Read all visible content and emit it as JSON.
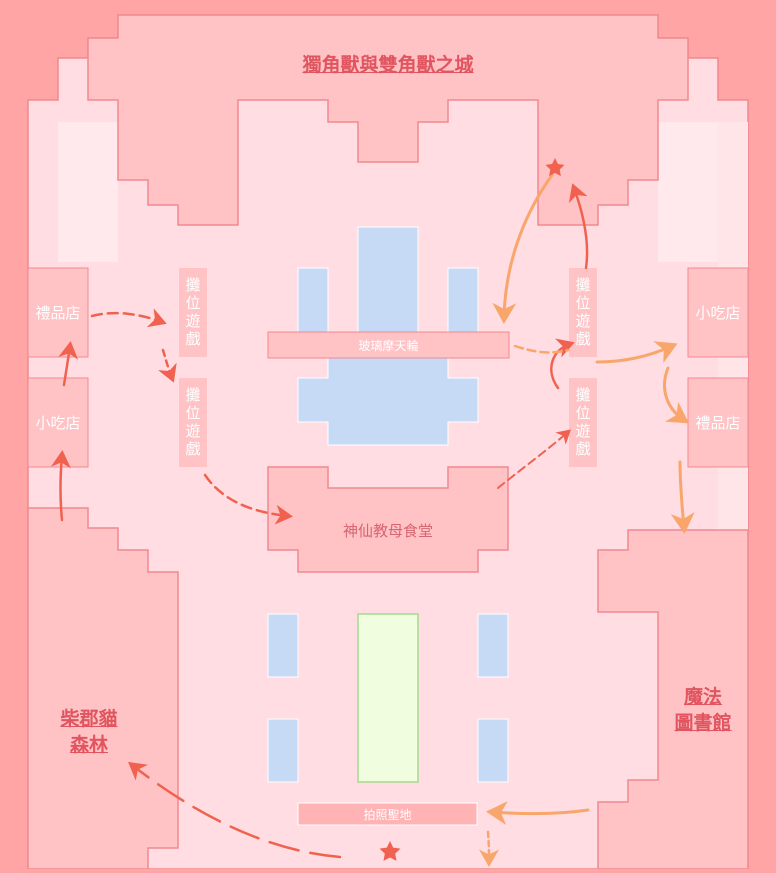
{
  "map": {
    "zones": {
      "unicorn_castle": "獨角獸與雙角獸之城",
      "shiba_forest_line1": "柴郡貓",
      "shiba_forest_line2": "森林",
      "magic_library_line1": "魔法",
      "magic_library_line2": "圖書館"
    },
    "shops": {
      "gift_left": "禮品店",
      "snack_left": "小吃店",
      "snack_right": "小吃店",
      "gift_right": "禮品店"
    },
    "stalls": {
      "stall_1": "攤位遊戲",
      "stall_2": "攤位遊戲",
      "stall_3": "攤位遊戲",
      "stall_4": "攤位遊戲"
    },
    "attractions": {
      "ferris_wheel": "玻璃摩天輪",
      "dining_hall": "神仙教母食堂",
      "photo_spot": "拍照聖地"
    }
  },
  "colors": {
    "background": "#ffa5a5",
    "floor": "#ffdde2",
    "building": "#ffc2c5",
    "pale": "#ffe9ec",
    "water": "#c6daf6",
    "lawn": "#f0fddf",
    "route_orange": "#f8a66b",
    "route_red": "#f0624f"
  },
  "icons": [
    "star-marker-icon",
    "route-arrow-icon"
  ]
}
